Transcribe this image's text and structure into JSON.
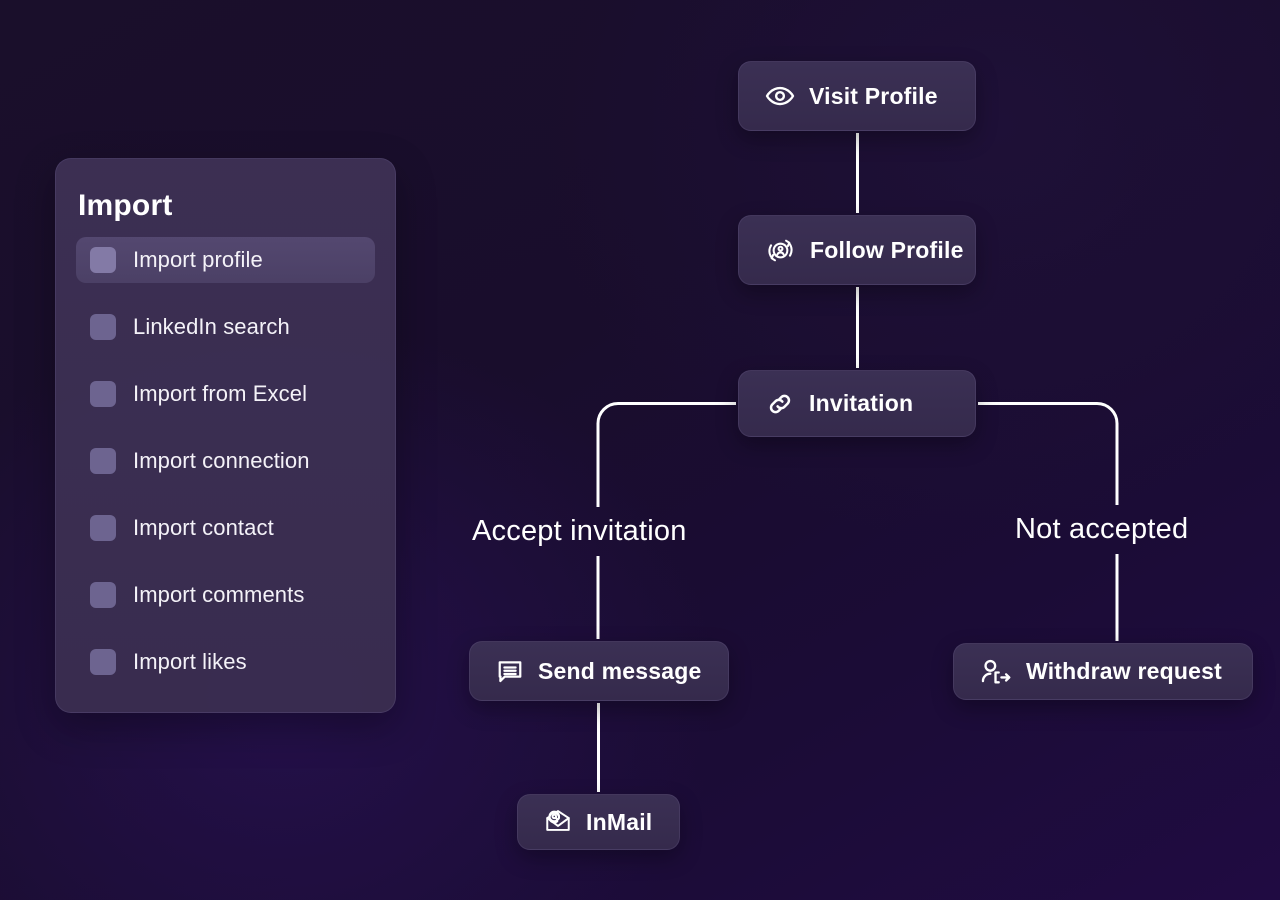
{
  "theme": {
    "background": "#1a0f2b",
    "panel_bg": "#3d3155",
    "panel_selected_bg": "#584c75",
    "node_bg": "#3b3054",
    "checkbox_color": "#6d6490",
    "text_color": "#ffffff",
    "connector_color": "#ffffff"
  },
  "sidebar": {
    "title": "Import",
    "items": [
      {
        "label": "Import profile",
        "icon": "checkbox-icon",
        "selected": true
      },
      {
        "label": "LinkedIn search",
        "icon": "checkbox-icon",
        "selected": false
      },
      {
        "label": "Import from Excel",
        "icon": "checkbox-icon",
        "selected": false
      },
      {
        "label": "Import connection",
        "icon": "checkbox-icon",
        "selected": false
      },
      {
        "label": "Import contact",
        "icon": "checkbox-icon",
        "selected": false
      },
      {
        "label": "Import comments",
        "icon": "checkbox-icon",
        "selected": false
      },
      {
        "label": "Import likes",
        "icon": "checkbox-icon",
        "selected": false
      }
    ]
  },
  "flow": {
    "nodes": [
      {
        "id": "visit",
        "label": "Visit Profile",
        "icon": "eye-icon"
      },
      {
        "id": "follow",
        "label": "Follow Profile",
        "icon": "follow-user-sync-icon"
      },
      {
        "id": "invite",
        "label": "Invitation",
        "icon": "link-chain-icon"
      },
      {
        "id": "send",
        "label": "Send message",
        "icon": "chat-bubble-icon"
      },
      {
        "id": "withdraw",
        "label": "Withdraw request",
        "icon": "user-exit-icon"
      },
      {
        "id": "inmail",
        "label": "InMail",
        "icon": "envelope-at-icon"
      }
    ],
    "branch_labels": {
      "accept": "Accept invitation",
      "not_accepted": "Not accepted"
    },
    "edges": [
      {
        "from": "visit",
        "to": "follow",
        "label": ""
      },
      {
        "from": "follow",
        "to": "invite",
        "label": ""
      },
      {
        "from": "invite",
        "to": "send",
        "label": "Accept invitation"
      },
      {
        "from": "invite",
        "to": "withdraw",
        "label": "Not accepted"
      },
      {
        "from": "send",
        "to": "inmail",
        "label": ""
      }
    ]
  }
}
